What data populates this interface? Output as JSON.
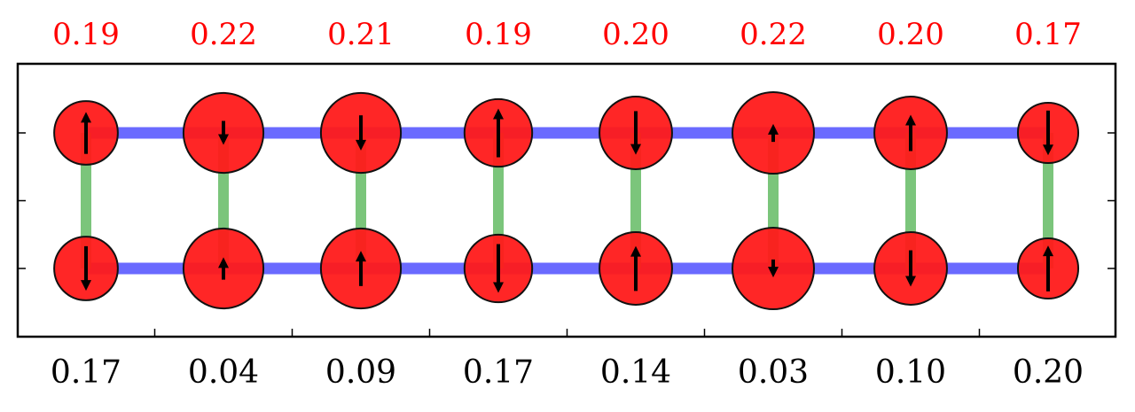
{
  "diagram": {
    "top_values": [
      "0.19",
      "0.22",
      "0.21",
      "0.19",
      "0.20",
      "0.22",
      "0.20",
      "0.17"
    ],
    "bottom_values": [
      "0.17",
      "0.04",
      "0.09",
      "0.17",
      "0.14",
      "0.03",
      "0.10",
      "0.20"
    ],
    "sites": {
      "top_row": [
        {
          "spin": 0.66,
          "size": 0.78
        },
        {
          "spin": -0.3,
          "size": 0.98
        },
        {
          "spin": -0.44,
          "size": 0.98
        },
        {
          "spin": 0.72,
          "size": 0.83
        },
        {
          "spin": -0.6,
          "size": 0.89
        },
        {
          "spin": 0.22,
          "size": 1.0
        },
        {
          "spin": 0.5,
          "size": 0.89
        },
        {
          "spin": -0.74,
          "size": 0.74
        }
      ],
      "bottom_row": [
        {
          "spin": -0.7,
          "size": 0.78
        },
        {
          "spin": 0.28,
          "size": 0.98
        },
        {
          "spin": 0.44,
          "size": 0.98
        },
        {
          "spin": -0.72,
          "size": 0.83
        },
        {
          "spin": 0.62,
          "size": 0.89
        },
        {
          "spin": -0.22,
          "size": 1.0
        },
        {
          "spin": -0.5,
          "size": 0.89
        },
        {
          "spin": 0.76,
          "size": 0.74
        }
      ]
    },
    "colors": {
      "site_fill": "#ff1a1a",
      "site_stroke": "#111111",
      "horizontal_bond": "#5a5aff",
      "vertical_bond": "#6dbf6d",
      "top_label": "#ff0000",
      "bottom_label": "#000000"
    }
  }
}
